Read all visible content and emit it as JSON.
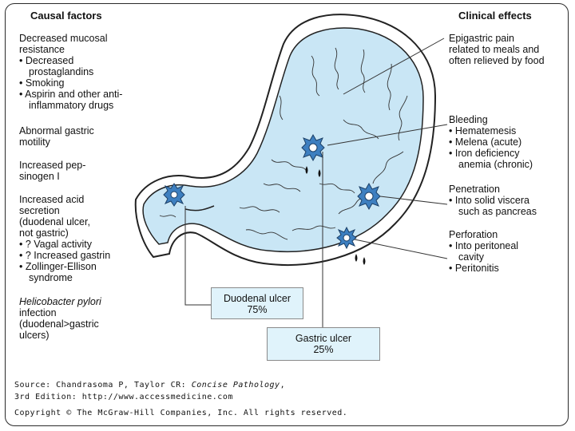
{
  "headers": {
    "left": "Causal factors",
    "right": "Clinical effects"
  },
  "causal": {
    "mucosal": [
      "Decreased mucosal",
      "resistance",
      "• Decreased",
      "prostaglandins",
      "• Smoking",
      "• Aspirin and other anti-",
      "inflammatory drugs"
    ],
    "motility": [
      "Abnormal gastric",
      "motility"
    ],
    "pepsinogen": [
      "Increased pep-",
      "sinogen I"
    ],
    "acid": [
      "Increased acid",
      "secretion",
      "(duodenal ulcer,",
      "not gastric)",
      "• ? Vagal activity",
      "• ? Increased gastrin",
      "• Zollinger-Ellison",
      "syndrome"
    ],
    "hpylori": [
      "Helicobacter pylori",
      "infection",
      "(duodenal>gastric",
      "ulcers)"
    ]
  },
  "effects": {
    "pain": [
      "Epigastric pain",
      "related to meals and",
      "often relieved by food"
    ],
    "bleeding": [
      "Bleeding",
      "• Hematemesis",
      "• Melena (acute)",
      "• Iron deficiency",
      "anemia (chronic)"
    ],
    "penetration": [
      "Penetration",
      "• Into solid viscera",
      "such as pancreas"
    ],
    "perforation": [
      "Perforation",
      "• Into peritoneal",
      "cavity",
      "• Peritonitis"
    ]
  },
  "ulcers": {
    "duodenal": {
      "name": "Duodenal ulcer",
      "pct": "75%"
    },
    "gastric": {
      "name": "Gastric ulcer",
      "pct": "25%"
    }
  },
  "source": {
    "prefix": "Source: Chandrasoma P, Taylor CR: ",
    "book": "Concise Pathology",
    "suffix": ",",
    "line2": "3rd Edition: http://www.accessmedicine.com",
    "copyright": "Copyright © The McGraw-Hill Companies, Inc. All rights reserved."
  },
  "colors": {
    "stomach_fill": "#c9e6f5",
    "ulcer": "#3d7fc0",
    "box_fill": "#e0f3fb"
  }
}
